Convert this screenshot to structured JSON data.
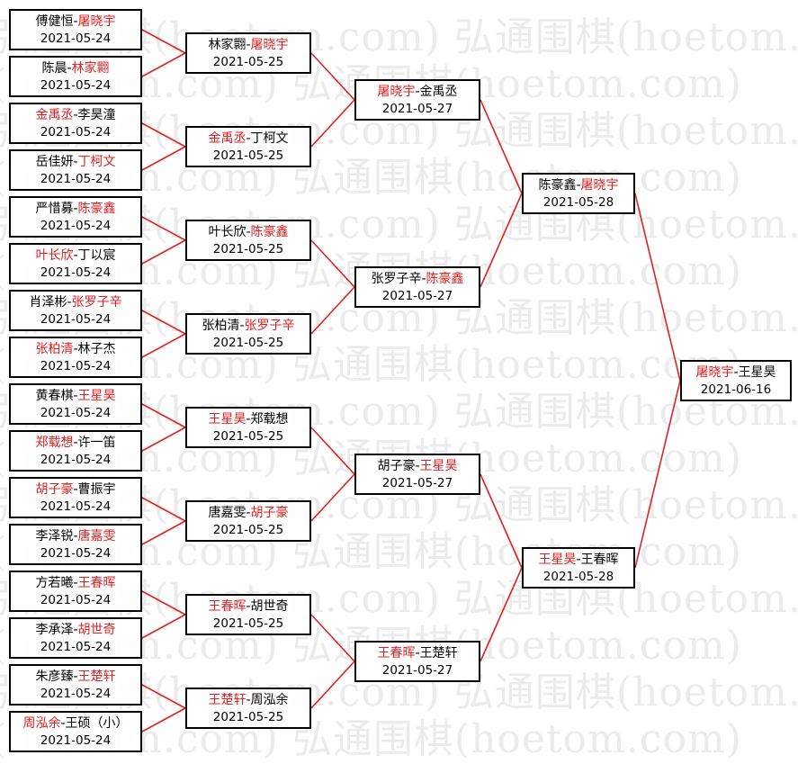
{
  "watermark": {
    "text": "弘通围棋(hoetom.com)"
  },
  "colors": {
    "winner": "#e02020",
    "line": "#e02020",
    "border": "#000000"
  },
  "rounds": [
    [
      {
        "p1": "傅健恒",
        "p2": "屠晓宇",
        "winner": 2,
        "date": "2021-05-24"
      },
      {
        "p1": "陈晨",
        "p2": "林家翾",
        "winner": 2,
        "date": "2021-05-24"
      },
      {
        "p1": "金禹丞",
        "p2": "李昊潼",
        "winner": 1,
        "date": "2021-05-24"
      },
      {
        "p1": "岳佳妍",
        "p2": "丁柯文",
        "winner": 2,
        "date": "2021-05-24"
      },
      {
        "p1": "严惜募",
        "p2": "陈豪鑫",
        "winner": 2,
        "date": "2021-05-24"
      },
      {
        "p1": "叶长欣",
        "p2": "丁以宸",
        "winner": 1,
        "date": "2021-05-24"
      },
      {
        "p1": "肖泽彬",
        "p2": "张罗子辛",
        "winner": 2,
        "date": "2021-05-24"
      },
      {
        "p1": "张柏清",
        "p2": "林子杰",
        "winner": 1,
        "date": "2021-05-24"
      },
      {
        "p1": "黄春棋",
        "p2": "王星昊",
        "winner": 2,
        "date": "2021-05-24"
      },
      {
        "p1": "郑载想",
        "p2": "许一笛",
        "winner": 1,
        "date": "2021-05-24"
      },
      {
        "p1": "胡子豪",
        "p2": "曹振宇",
        "winner": 1,
        "date": "2021-05-24"
      },
      {
        "p1": "李泽锐",
        "p2": "唐嘉雯",
        "winner": 2,
        "date": "2021-05-24"
      },
      {
        "p1": "方若曦",
        "p2": "王春晖",
        "winner": 2,
        "date": "2021-05-24"
      },
      {
        "p1": "李承泽",
        "p2": "胡世奇",
        "winner": 2,
        "date": "2021-05-24"
      },
      {
        "p1": "朱彦臻",
        "p2": "王楚轩",
        "winner": 2,
        "date": "2021-05-24"
      },
      {
        "p1": "周泓余",
        "p2": "王硕（小）",
        "winner": 1,
        "date": "2021-05-24"
      }
    ],
    [
      {
        "p1": "林家翾",
        "p2": "屠晓宇",
        "winner": 2,
        "date": "2021-05-25"
      },
      {
        "p1": "金禹丞",
        "p2": "丁柯文",
        "winner": 1,
        "date": "2021-05-25"
      },
      {
        "p1": "叶长欣",
        "p2": "陈豪鑫",
        "winner": 2,
        "date": "2021-05-25"
      },
      {
        "p1": "张柏清",
        "p2": "张罗子辛",
        "winner": 2,
        "date": "2021-05-25"
      },
      {
        "p1": "王星昊",
        "p2": "郑载想",
        "winner": 1,
        "date": "2021-05-25"
      },
      {
        "p1": "唐嘉雯",
        "p2": "胡子豪",
        "winner": 2,
        "date": "2021-05-25"
      },
      {
        "p1": "王春晖",
        "p2": "胡世奇",
        "winner": 1,
        "date": "2021-05-25"
      },
      {
        "p1": "王楚轩",
        "p2": "周泓余",
        "winner": 1,
        "date": "2021-05-25"
      }
    ],
    [
      {
        "p1": "屠晓宇",
        "p2": "金禹丞",
        "winner": 1,
        "date": "2021-05-27"
      },
      {
        "p1": "张罗子辛",
        "p2": "陈豪鑫",
        "winner": 2,
        "date": "2021-05-27"
      },
      {
        "p1": "胡子豪",
        "p2": "王星昊",
        "winner": 2,
        "date": "2021-05-27"
      },
      {
        "p1": "王春晖",
        "p2": "王楚轩",
        "winner": 1,
        "date": "2021-05-27"
      }
    ],
    [
      {
        "p1": "陈豪鑫",
        "p2": "屠晓宇",
        "winner": 2,
        "date": "2021-05-28"
      },
      {
        "p1": "王星昊",
        "p2": "王春晖",
        "winner": 1,
        "date": "2021-05-28"
      }
    ],
    [
      {
        "p1": "屠晓宇",
        "p2": "王星昊",
        "winner": 1,
        "date": "2021-06-16"
      }
    ]
  ]
}
